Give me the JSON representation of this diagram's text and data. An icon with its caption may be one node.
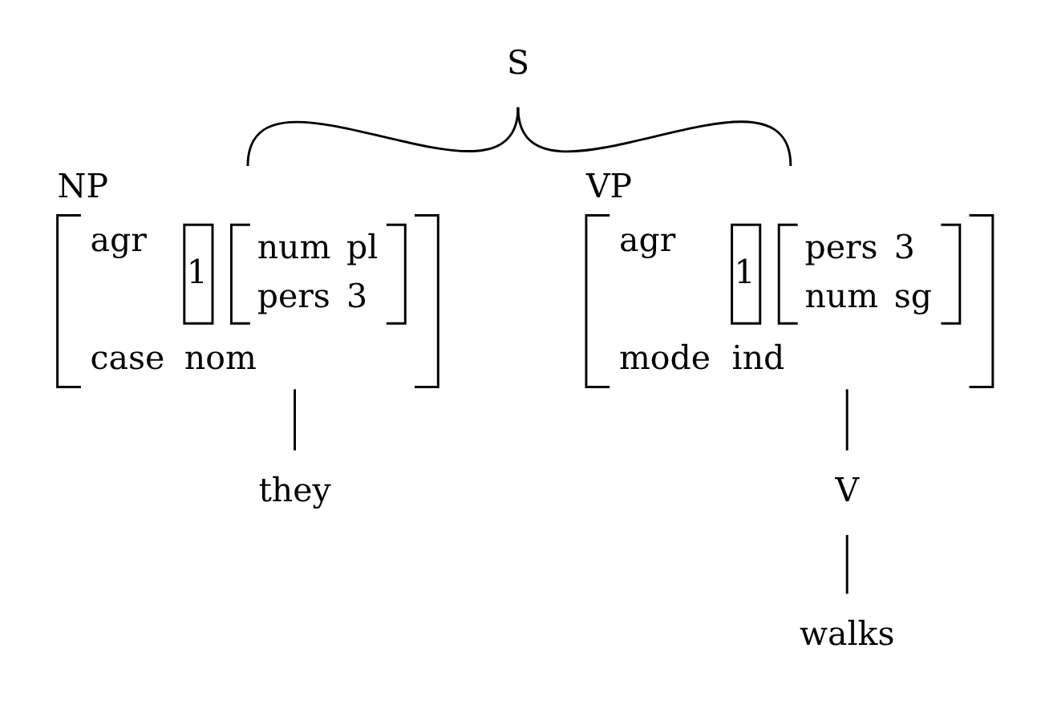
{
  "diagram": {
    "nodes": [
      {
        "text": [
          "S"
        ]
      },
      {
        "text": [
          "NP",
          "agr",
          "1",
          "num",
          "pl",
          "pers",
          "3",
          "case",
          "nom"
        ]
      },
      {
        "text": [
          "VP",
          "agr",
          "1",
          "pers",
          "3",
          "num",
          "sg",
          "mode",
          "ind"
        ]
      },
      {
        "text": [
          "they"
        ]
      },
      {
        "text": [
          "V"
        ]
      },
      {
        "text": [
          "walks"
        ]
      }
    ],
    "edges": [
      {
        "from": 0,
        "to": 1,
        "arrow": "none"
      },
      {
        "from": 0,
        "to": 2,
        "arrow": "none"
      },
      {
        "from": 1,
        "to": 3,
        "arrow": "none"
      },
      {
        "from": 2,
        "to": 4,
        "arrow": "none"
      },
      {
        "from": 4,
        "to": 5,
        "arrow": "none"
      }
    ]
  }
}
